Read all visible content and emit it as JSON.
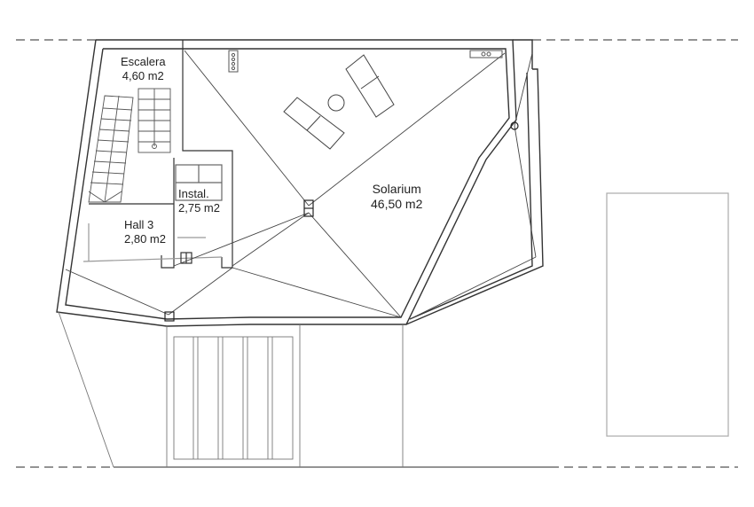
{
  "plan": {
    "type": "architectural floor plan",
    "line_color": "#333333",
    "light_line_color": "#9a9a9a",
    "rooms": [
      {
        "id": "escalera",
        "name": "Escalera",
        "area": "4,60 m2"
      },
      {
        "id": "instal",
        "name": "Instal.",
        "area": "2,75 m2"
      },
      {
        "id": "hall3",
        "name": "Hall 3",
        "area": "2,80 m2"
      },
      {
        "id": "solarium",
        "name": "Solarium",
        "area": "46,50 m2"
      }
    ],
    "icons": [
      "staircase",
      "sun-lounger",
      "round-table",
      "drain",
      "downpipe",
      "skylight-panel",
      "pool-outline",
      "property-boundary"
    ]
  }
}
